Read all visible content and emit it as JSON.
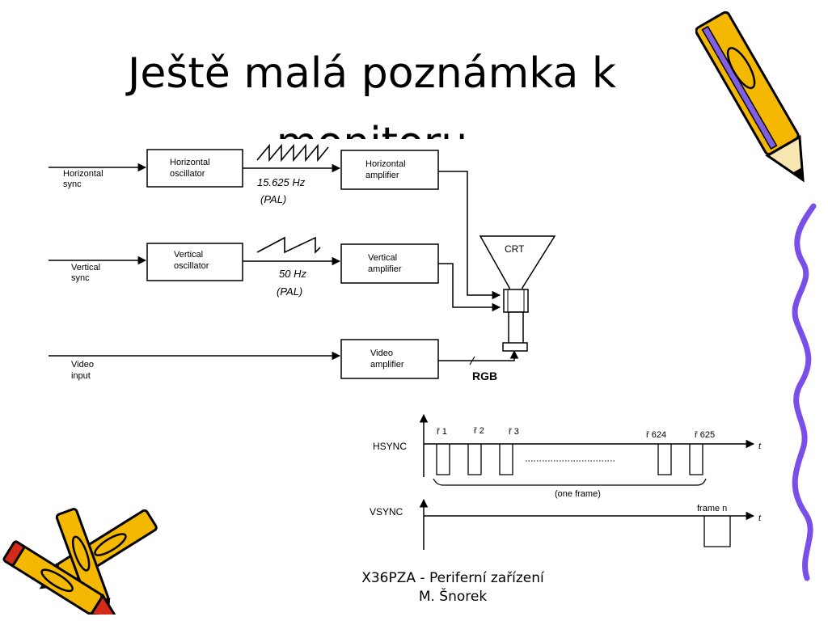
{
  "slide": {
    "title": "Ještě malá poznámka k monitoru",
    "footer_line1": "X36PZA - Periferní zařízení",
    "footer_line2": "M. Šnorek"
  },
  "block_diagram": {
    "inputs": {
      "horizontal_sync": [
        "Horizontal",
        "sync"
      ],
      "vertical_sync": [
        "Vertical",
        "sync"
      ],
      "video_input": [
        "Video",
        "input"
      ]
    },
    "blocks": {
      "horizontal_oscillator": [
        "Horizontal",
        "oscillator"
      ],
      "horizontal_amplifier": [
        "Horizontal",
        "amplifier"
      ],
      "vertical_oscillator": [
        "Vertical",
        "oscillator"
      ],
      "vertical_amplifier": [
        "Vertical",
        "amplifier"
      ],
      "video_amplifier": [
        "Video",
        "amplifier"
      ]
    },
    "annotations": {
      "h_freq": "15.625 Hz",
      "h_std": "(PAL)",
      "v_freq": "50 Hz",
      "v_std": "(PAL)"
    },
    "crt_label": "CRT",
    "rgb_label": "RGB"
  },
  "timing_diagram": {
    "hsync_label": "HSYNC",
    "vsync_label": "VSYNC",
    "line_labels": [
      "ř 1",
      "ř 2",
      "ř 3",
      "ř 624",
      "ř 625"
    ],
    "frame_span_label": "(one frame)",
    "frame_n_label": "frame n",
    "time_axis_label": "t"
  },
  "colors": {
    "pencil_body": "#f5b800",
    "pencil_outline": "#000000",
    "pencil_accent": "#8060e0",
    "pencil_tip": "#d42a1a",
    "pencil_green": "#2aa02a",
    "border_squiggle": "#7a4ee8"
  }
}
